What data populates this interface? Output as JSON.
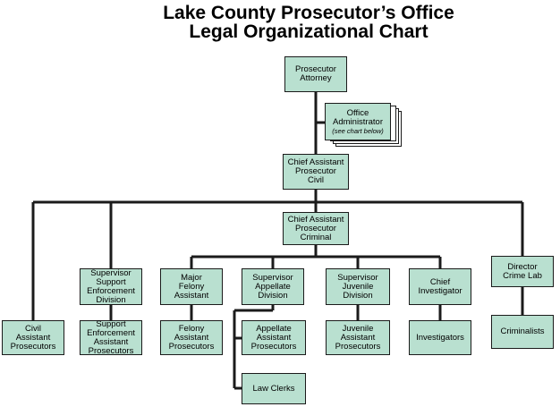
{
  "header": {
    "title_line1": "Lake County Prosecutor’s Office",
    "title_line2": "Legal Organizational Chart"
  },
  "boxes": {
    "prosecutor_attorney": "Prosecutor\nAttorney",
    "office_administrator": "Office\nAdministrator",
    "office_administrator_note": "(see chart below)",
    "chief_asst_civil": "Chief Assistant\nProsecutor\nCivil",
    "chief_asst_criminal": "Chief Assistant\nProsecutor\nCriminal",
    "civil_asst_prosecutors": "Civil\nAssistant\nProsecutors",
    "supervisor_support_enforcement": "Supervisor\nSupport\nEnforcement\nDivision",
    "support_enforcement_asst": "Support\nEnforcement\nAssistant\nProsecutors",
    "major_felony_assistant": "Major\nFelony\nAssistant",
    "felony_asst_prosecutors": "Felony\nAssistant\nProsecutors",
    "supervisor_appellate": "Supervisor\nAppellate\nDivision",
    "appellate_asst_prosecutors": "Appellate\nAssistant\nProsecutors",
    "law_clerks": "Law Clerks",
    "supervisor_juvenile": "Supervisor\nJuvenile\nDivision",
    "juvenile_asst_prosecutors": "Juvenile\nAssistant\nProsecutors",
    "chief_investigator": "Chief\nInvestigator",
    "investigators": "Investigators",
    "director_crime_lab": "Director\nCrime Lab",
    "criminalists": "Criminalists"
  },
  "colors": {
    "box_fill": "#b9e0d0",
    "line": "#1b1b1b"
  }
}
